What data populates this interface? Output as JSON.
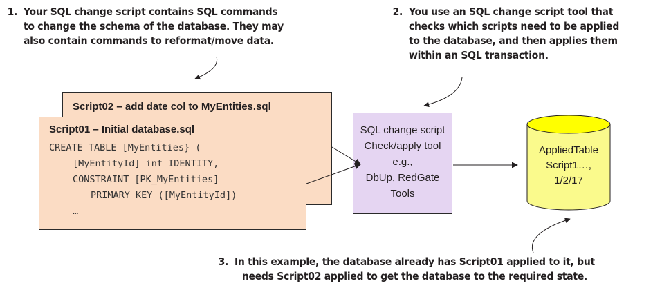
{
  "annotations": {
    "note1": {
      "number": "1.",
      "lines": [
        "Your SQL change script contains SQL commands",
        "to change the schema of the database. They may",
        "also contain commands to reformat/move data."
      ]
    },
    "note2": {
      "number": "2.",
      "lines": [
        "You use an SQL change script tool that",
        "checks which scripts need to be applied",
        "to the database, and then applies them",
        "within an SQL transaction."
      ]
    },
    "note3": {
      "number": "3.",
      "lines": [
        "In this example, the database already has Script01 applied to it, but",
        "needs Script02 applied to get the database to the required state."
      ]
    }
  },
  "scripts": {
    "back": {
      "title": "Script02 – add date col to MyEntities.sql"
    },
    "front": {
      "title": "Script01 – Initial database.sql",
      "code": [
        "CREATE TABLE [MyEntities} (",
        "[MyEntityId] int IDENTITY,",
        "CONSTRAINT [PK_MyEntities]",
        "PRIMARY KEY ([MyEntityId])",
        "…"
      ]
    }
  },
  "tool": {
    "lines": [
      "SQL change script",
      "Check/apply tool",
      "e.g.,",
      "DbUp, RedGate",
      "Tools"
    ]
  },
  "database": {
    "lines": [
      "AppliedTable",
      "Script1…,",
      "1/2/17"
    ]
  },
  "colors": {
    "script_card": "#fbdcc4",
    "tool_box": "#e5d5f2",
    "database": "#fafa8c",
    "database_top": "#ffff00"
  }
}
